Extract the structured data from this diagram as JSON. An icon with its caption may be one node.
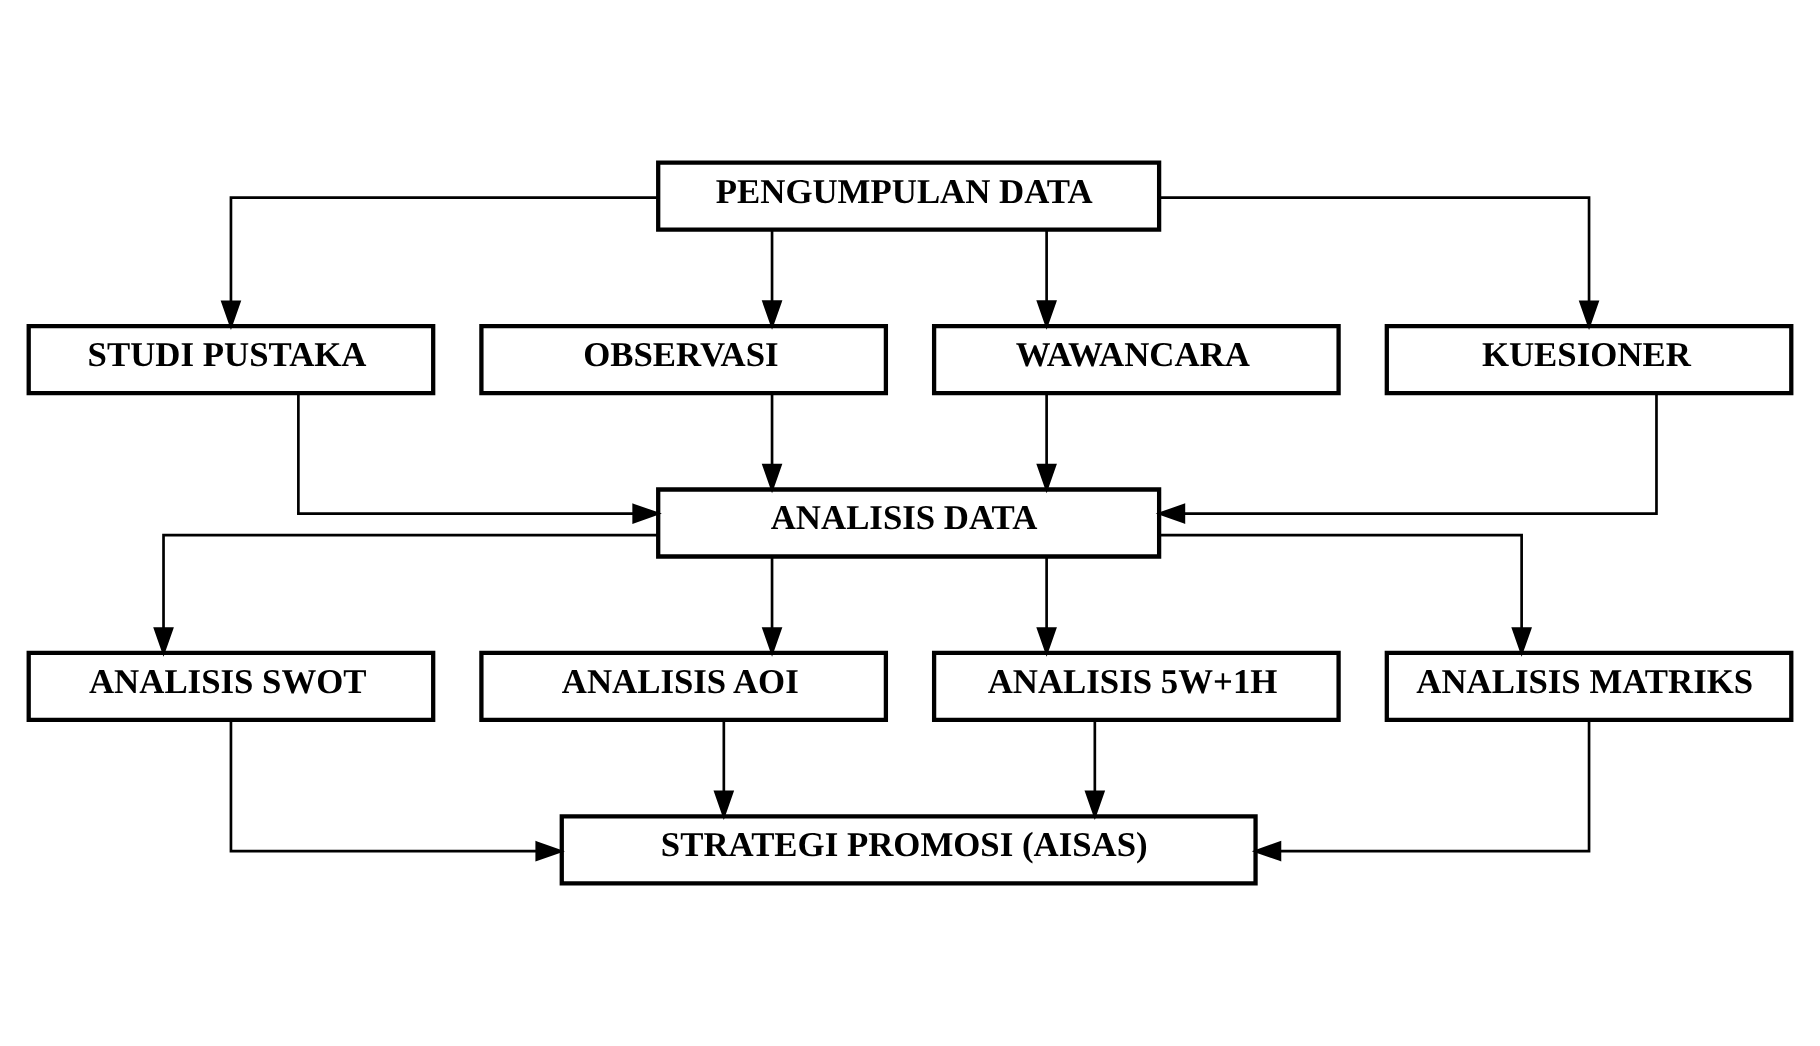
{
  "diagram": {
    "nodes": [
      {
        "text": [
          "PENGUMPULAN DATA"
        ]
      },
      {
        "text": [
          "STUDI PUSTAKA"
        ]
      },
      {
        "text": [
          "OBSERVASI"
        ]
      },
      {
        "text": [
          "WAWANCARA"
        ]
      },
      {
        "text": [
          "KUESIONER"
        ]
      },
      {
        "text": [
          "ANALISIS DATA"
        ]
      },
      {
        "text": [
          "ANALISIS SWOT"
        ]
      },
      {
        "text": [
          "ANALISIS AOI"
        ]
      },
      {
        "text": [
          "ANALISIS 5W+1H"
        ]
      },
      {
        "text": [
          "ANALISIS MATRIKS"
        ]
      },
      {
        "text": [
          "STRATEGI PROMOSI (AISAS)"
        ]
      }
    ],
    "edges": [
      {
        "from": 0,
        "to": 1,
        "arrow": "to"
      },
      {
        "from": 0,
        "to": 2,
        "arrow": "to"
      },
      {
        "from": 0,
        "to": 3,
        "arrow": "to"
      },
      {
        "from": 0,
        "to": 4,
        "arrow": "to"
      },
      {
        "from": 1,
        "to": 5,
        "arrow": "to"
      },
      {
        "from": 2,
        "to": 5,
        "arrow": "to"
      },
      {
        "from": 3,
        "to": 5,
        "arrow": "to"
      },
      {
        "from": 4,
        "to": 5,
        "arrow": "to"
      },
      {
        "from": 5,
        "to": 6,
        "arrow": "to"
      },
      {
        "from": 5,
        "to": 7,
        "arrow": "to"
      },
      {
        "from": 5,
        "to": 8,
        "arrow": "to"
      },
      {
        "from": 5,
        "to": 9,
        "arrow": "to"
      },
      {
        "from": 6,
        "to": 10,
        "arrow": "to"
      },
      {
        "from": 7,
        "to": 10,
        "arrow": "to"
      },
      {
        "from": 8,
        "to": 10,
        "arrow": "to"
      },
      {
        "from": 9,
        "to": 10,
        "arrow": "to"
      }
    ]
  }
}
